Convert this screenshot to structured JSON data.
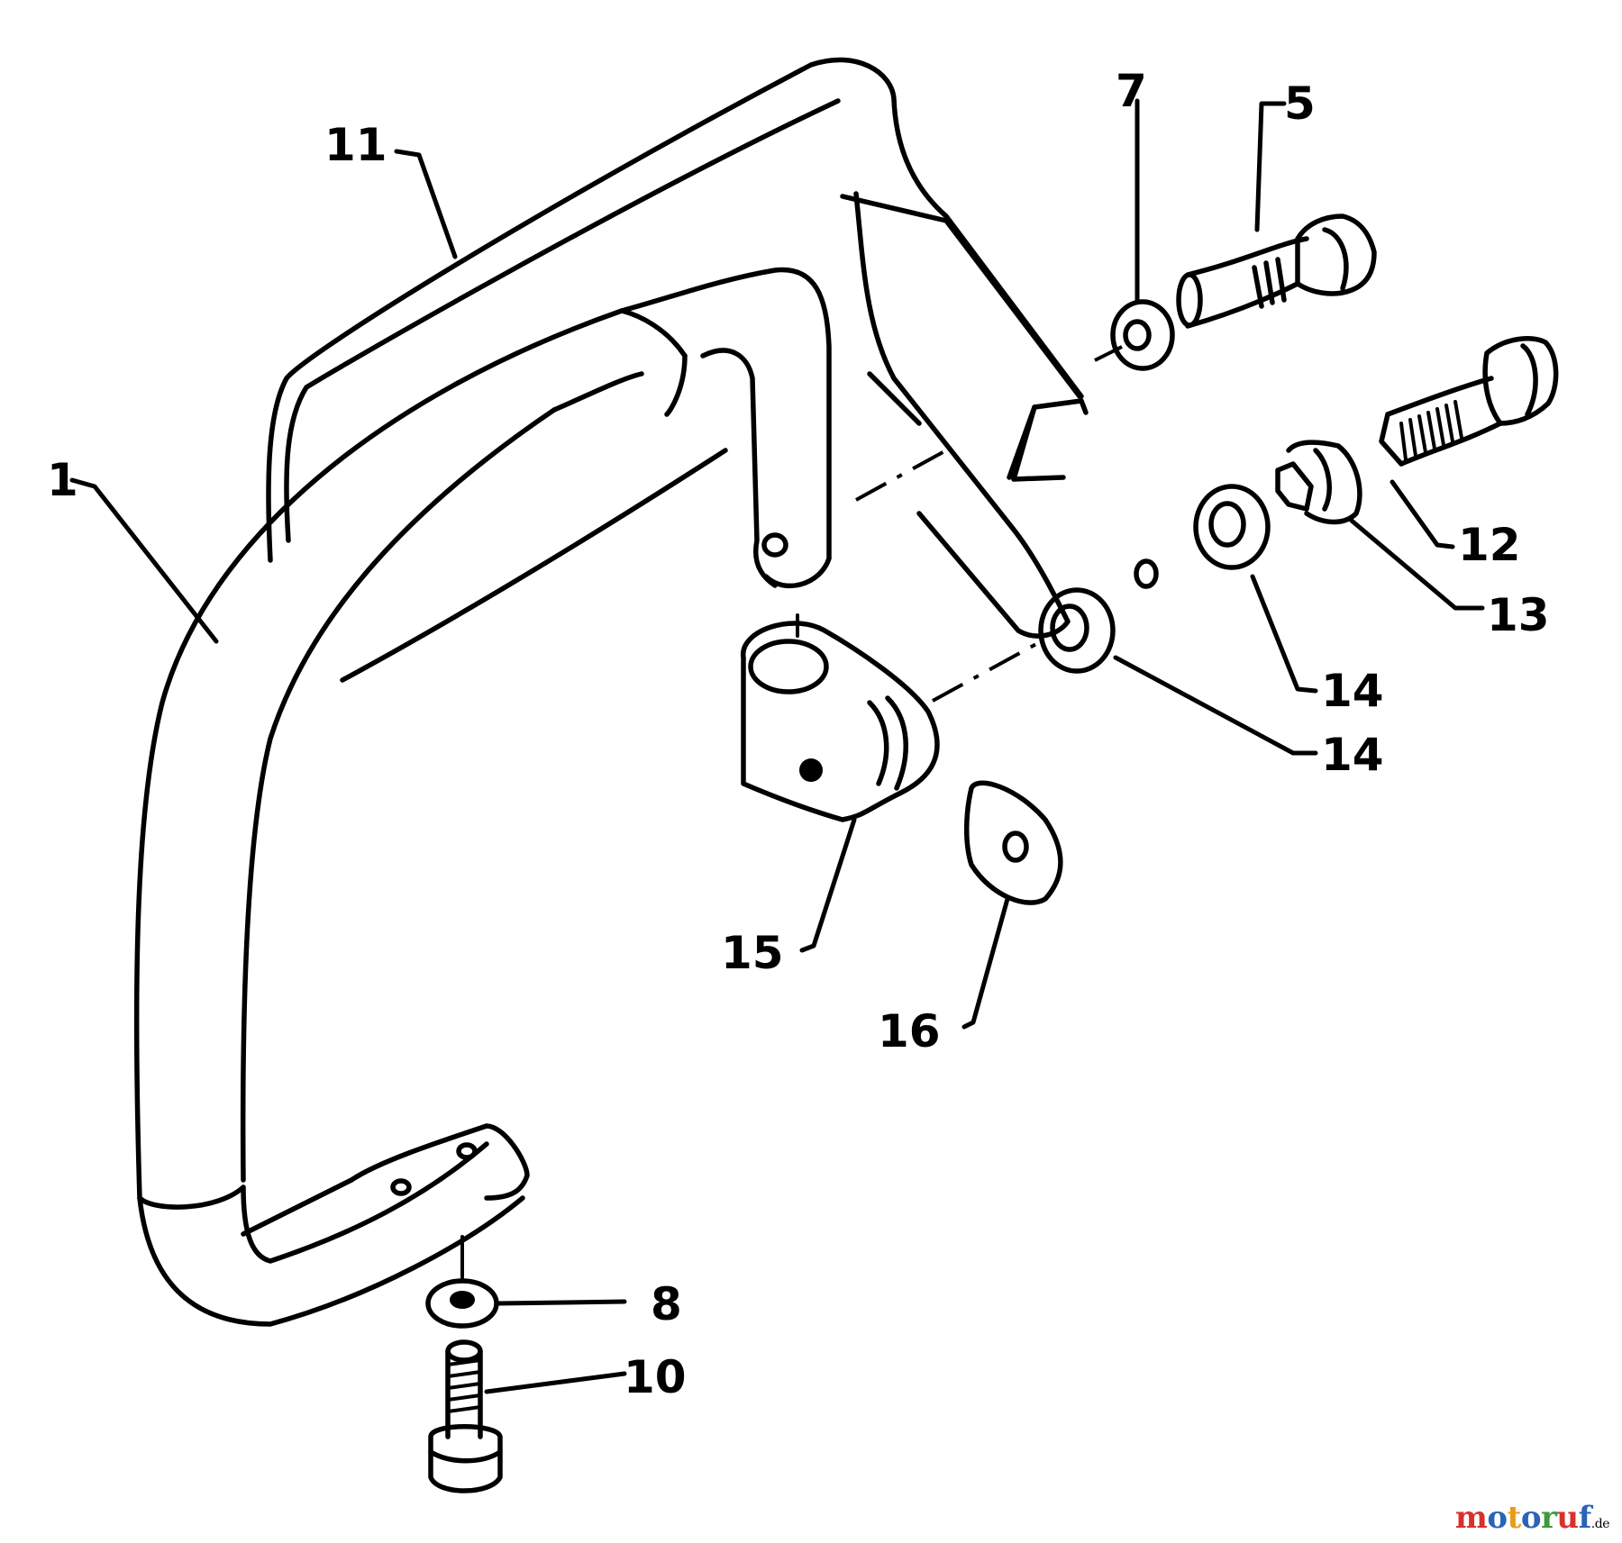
{
  "callouts": {
    "c1": "1",
    "c5": "5",
    "c7": "7",
    "c8": "8",
    "c10": "10",
    "c11": "11",
    "c12": "12",
    "c13": "13",
    "c14a": "14",
    "c14b": "14",
    "c15": "15",
    "c16": "16"
  },
  "watermark": {
    "text": "motoruf",
    "suffix": ".de",
    "colors": [
      "#d9302a",
      "#2a63b8",
      "#e89c1c",
      "#2a63b8",
      "#3a9a3a",
      "#d9302a",
      "#2a63b8"
    ]
  }
}
